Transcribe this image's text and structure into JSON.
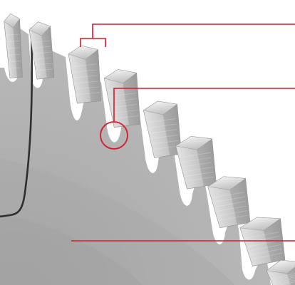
{
  "diagram": {
    "subject": "saw-blade-closeup",
    "colors": {
      "background": "#ffffff",
      "blade_body": "#b3b3b3",
      "blade_inner": "#a6a6a6",
      "tooth_light": "#d6d6d6",
      "tooth_mid": "#c2c2c2",
      "tooth_dark": "#9a9a9a",
      "callout": "#d7192b",
      "expansion_slot": "#333333"
    },
    "callouts": [
      {
        "id": "tooth-callout",
        "target": "carbide-tooth"
      },
      {
        "id": "gullet-callout",
        "target": "gullet"
      },
      {
        "id": "body-callout",
        "target": "blade-body"
      }
    ]
  }
}
